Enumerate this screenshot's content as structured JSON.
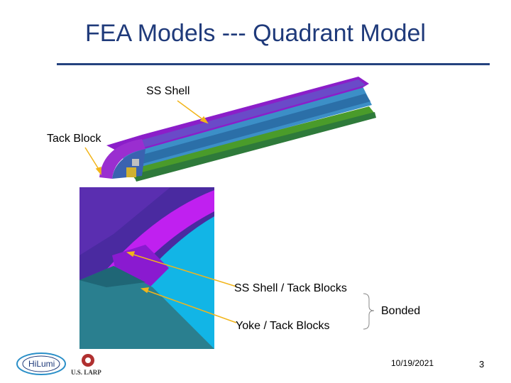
{
  "slide": {
    "title": "FEA Models --- Quadrant Model",
    "labels": {
      "ss_shell": "SS Shell",
      "tack_block": "Tack Block",
      "ss_shell_tack_blocks": "SS Shell / Tack Blocks",
      "yoke_tack_blocks": "Yoke / Tack Blocks",
      "bonded": "Bonded"
    },
    "footer": {
      "date": "10/19/2021",
      "page_number": "3",
      "logo_left": "HiLumi",
      "logo_right": "U.S. LARP"
    }
  },
  "colors": {
    "title": "#1f3a7a",
    "rule": "#24427f",
    "shell_purple": "#8b1ec9",
    "yoke_teal": "#2a7f8f",
    "arrow": "#f2b51a",
    "cyan": "#12b5e6"
  }
}
